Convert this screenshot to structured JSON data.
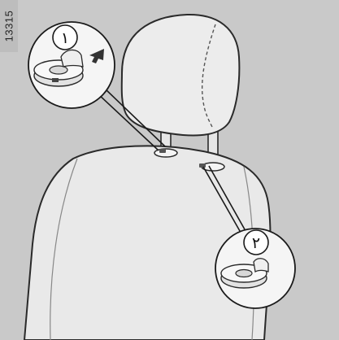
{
  "figure_id": "13315",
  "callouts": [
    {
      "label": "١"
    },
    {
      "label": "٢"
    }
  ],
  "colors": {
    "background": "#c9c9c9",
    "seat_fill": "#e9e9e9",
    "outline": "#2a2a2a",
    "figure_tag": "#bdbdbd"
  },
  "icons": [
    "headrest-release-button-icon",
    "press-arrow-icon"
  ]
}
